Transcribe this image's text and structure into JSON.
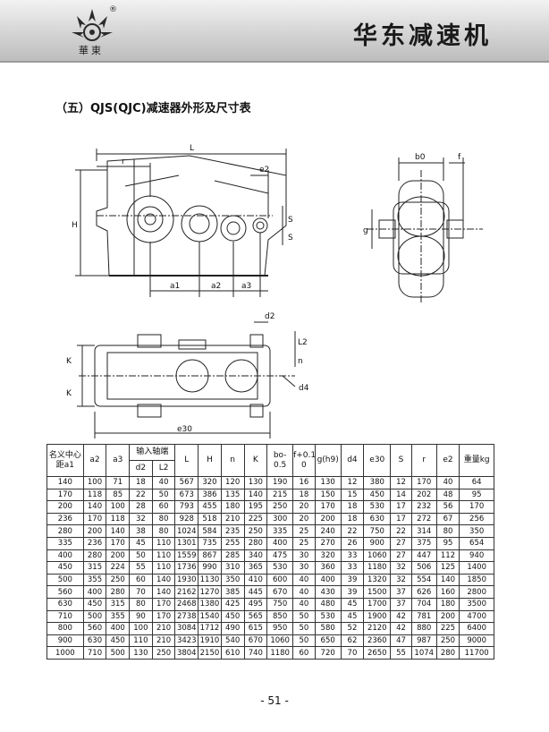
{
  "header": {
    "logo_text": "華東",
    "reg_mark": "®",
    "brand": "华东减速机"
  },
  "section_title": "（五）QJS(QJC)减速器外形及尺寸表",
  "drawing_labels": {
    "L": "L",
    "r": "r",
    "H": "H",
    "e2": "e2",
    "S": "S",
    "a1": "a1",
    "a2": "a2",
    "a3": "a3",
    "b0": "b0",
    "f": "f",
    "g": "g",
    "d2": "d2",
    "L2": "L2",
    "n": "n",
    "d4": "d4",
    "K": "K",
    "e30": "e30"
  },
  "table": {
    "headers": {
      "center_distance": "名义中心距a1",
      "a2": "a2",
      "a3": "a3",
      "input_shaft": "输入轴端",
      "d2": "d2",
      "L2": "L2",
      "L": "L",
      "H": "H",
      "n": "n",
      "K": "K",
      "b0": "bo-0.5",
      "f": "f+0.1 0",
      "g": "g(h9)",
      "d4": "d4",
      "e30": "e30",
      "S": "S",
      "r": "r",
      "e2": "e2",
      "weight": "重量kg"
    },
    "rows": [
      [
        "140",
        "100",
        "71",
        "18",
        "40",
        "567",
        "320",
        "120",
        "130",
        "190",
        "16",
        "130",
        "12",
        "380",
        "12",
        "170",
        "40",
        "64"
      ],
      [
        "170",
        "118",
        "85",
        "22",
        "50",
        "673",
        "386",
        "135",
        "140",
        "215",
        "18",
        "150",
        "15",
        "450",
        "14",
        "202",
        "48",
        "95"
      ],
      [
        "200",
        "140",
        "100",
        "28",
        "60",
        "793",
        "455",
        "180",
        "195",
        "250",
        "20",
        "170",
        "18",
        "530",
        "17",
        "232",
        "56",
        "170"
      ],
      [
        "236",
        "170",
        "118",
        "32",
        "80",
        "928",
        "518",
        "210",
        "225",
        "300",
        "20",
        "200",
        "18",
        "630",
        "17",
        "272",
        "67",
        "256"
      ],
      [
        "280",
        "200",
        "140",
        "38",
        "80",
        "1024",
        "584",
        "235",
        "250",
        "335",
        "25",
        "240",
        "22",
        "750",
        "22",
        "314",
        "80",
        "350"
      ],
      [
        "335",
        "236",
        "170",
        "45",
        "110",
        "1301",
        "735",
        "255",
        "280",
        "400",
        "25",
        "270",
        "26",
        "900",
        "27",
        "375",
        "95",
        "654"
      ],
      [
        "400",
        "280",
        "200",
        "50",
        "110",
        "1559",
        "867",
        "285",
        "340",
        "475",
        "30",
        "320",
        "33",
        "1060",
        "27",
        "447",
        "112",
        "940"
      ],
      [
        "450",
        "315",
        "224",
        "55",
        "110",
        "1736",
        "990",
        "310",
        "365",
        "530",
        "30",
        "360",
        "33",
        "1180",
        "32",
        "506",
        "125",
        "1400"
      ],
      [
        "500",
        "355",
        "250",
        "60",
        "140",
        "1930",
        "1130",
        "350",
        "410",
        "600",
        "40",
        "400",
        "39",
        "1320",
        "32",
        "554",
        "140",
        "1850"
      ],
      [
        "560",
        "400",
        "280",
        "70",
        "140",
        "2162",
        "1270",
        "385",
        "445",
        "670",
        "40",
        "430",
        "39",
        "1500",
        "37",
        "626",
        "160",
        "2800"
      ],
      [
        "630",
        "450",
        "315",
        "80",
        "170",
        "2468",
        "1380",
        "425",
        "495",
        "750",
        "40",
        "480",
        "45",
        "1700",
        "37",
        "704",
        "180",
        "3500"
      ],
      [
        "710",
        "500",
        "355",
        "90",
        "170",
        "2738",
        "1540",
        "450",
        "565",
        "850",
        "50",
        "530",
        "45",
        "1900",
        "42",
        "781",
        "200",
        "4700"
      ],
      [
        "800",
        "560",
        "400",
        "100",
        "210",
        "3084",
        "1712",
        "490",
        "615",
        "950",
        "50",
        "580",
        "52",
        "2120",
        "42",
        "880",
        "225",
        "6400"
      ],
      [
        "900",
        "630",
        "450",
        "110",
        "210",
        "3423",
        "1910",
        "540",
        "670",
        "1060",
        "50",
        "650",
        "62",
        "2360",
        "47",
        "987",
        "250",
        "9000"
      ],
      [
        "1000",
        "710",
        "500",
        "130",
        "250",
        "3804",
        "2150",
        "610",
        "740",
        "1180",
        "60",
        "720",
        "70",
        "2650",
        "55",
        "1074",
        "280",
        "11700"
      ]
    ]
  },
  "page_number": "- 51 -"
}
